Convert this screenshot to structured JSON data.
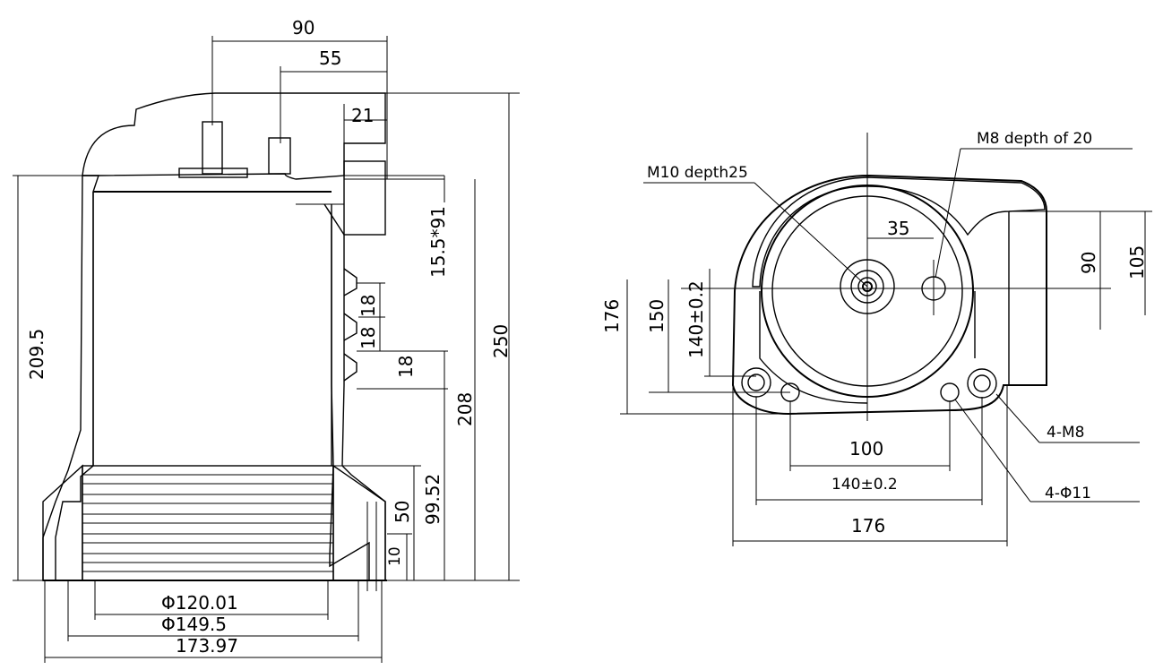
{
  "side_view": {
    "top_widths": [
      "90",
      "55",
      "21"
    ],
    "right_heights": [
      "15.5*91",
      "18",
      "18",
      "18",
      "208",
      "99.52",
      "50",
      "10",
      "250"
    ],
    "left_height": "209.5",
    "diameters": [
      "Φ120.01",
      "Φ149.5",
      "173.97"
    ]
  },
  "top_view": {
    "callouts": [
      "M10 depth25",
      "M8 depth of 20",
      "4-M8",
      "4-Φ11"
    ],
    "center_offset": "35",
    "right_heights": [
      "90",
      "105"
    ],
    "left_heights": [
      "176",
      "150",
      "140±0.2"
    ],
    "bottom_widths": [
      "100",
      "140±0.2",
      "176"
    ]
  }
}
